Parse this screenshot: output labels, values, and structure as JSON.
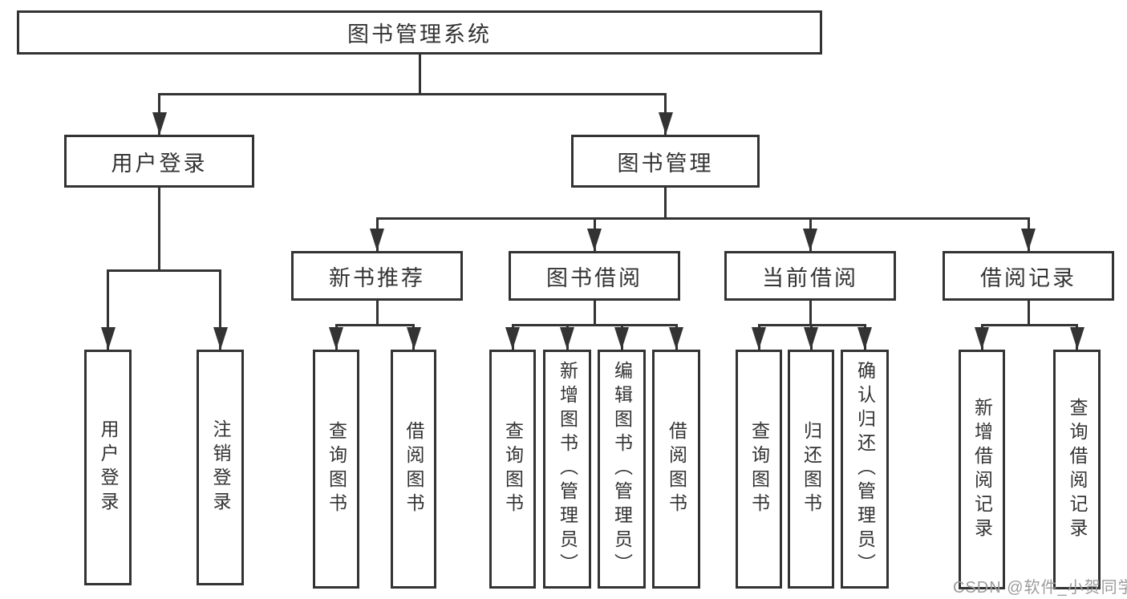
{
  "colors": {
    "line": "#333333",
    "box_border": "#333333",
    "box_fill": "#ffffff",
    "text": "#333333",
    "watermark": "#9c9c9c",
    "background": "#ffffff"
  },
  "watermark": {
    "text": "CSDN @软件_小贺同学"
  },
  "tree": {
    "label": "图书管理系统",
    "children": [
      {
        "label": "用户登录",
        "children": [
          {
            "label": "用户登录"
          },
          {
            "label": "注销登录"
          }
        ]
      },
      {
        "label": "图书管理",
        "children": [
          {
            "label": "新书推荐",
            "children": [
              {
                "label": "查询图书"
              },
              {
                "label": "借阅图书"
              }
            ]
          },
          {
            "label": "图书借阅",
            "children": [
              {
                "label": "查询图书"
              },
              {
                "label": "新增图书（管理员）"
              },
              {
                "label": "编辑图书（管理员）"
              },
              {
                "label": "借阅图书"
              }
            ]
          },
          {
            "label": "当前借阅",
            "children": [
              {
                "label": "查询图书"
              },
              {
                "label": "归还图书"
              },
              {
                "label": "确认归还（管理员）"
              }
            ]
          },
          {
            "label": "借阅记录",
            "children": [
              {
                "label": "新增借阅记录"
              },
              {
                "label": "查询借阅记录"
              }
            ]
          }
        ]
      }
    ]
  }
}
